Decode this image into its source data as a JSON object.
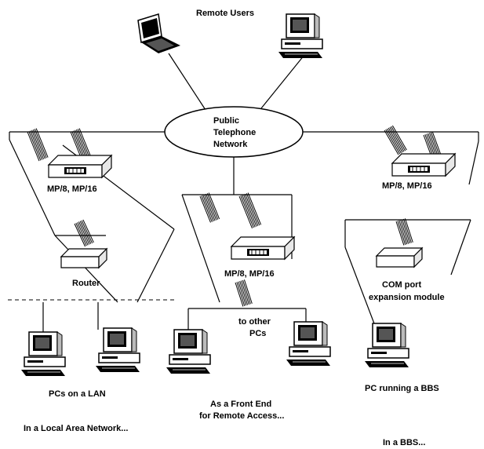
{
  "labels": {
    "remote_users": "Remote Users",
    "network": [
      "Public",
      "Telephone",
      "Network"
    ],
    "mp_left": "MP/8, MP/16",
    "mp_right": "MP/8, MP/16",
    "mp_center": "MP/8, MP/16",
    "router": "Router",
    "to_other_pcs": [
      "to other",
      "PCs"
    ],
    "com_module": [
      "COM port",
      "expansion module"
    ],
    "pcs_on_lan": "PCs on a LAN",
    "front_end": [
      "As a Front End",
      "for Remote Access..."
    ],
    "pc_running_bbs": "PC running a BBS",
    "in_lan": "In a Local Area Network...",
    "in_bbs": "In a BBS..."
  },
  "icons": {
    "laptop": "laptop-icon",
    "desktop": "desktop-computer-icon",
    "modem": "multiport-modem-icon",
    "router": "router-icon",
    "com_module": "com-port-module-icon",
    "cable": "ribbon-cable-icon"
  }
}
